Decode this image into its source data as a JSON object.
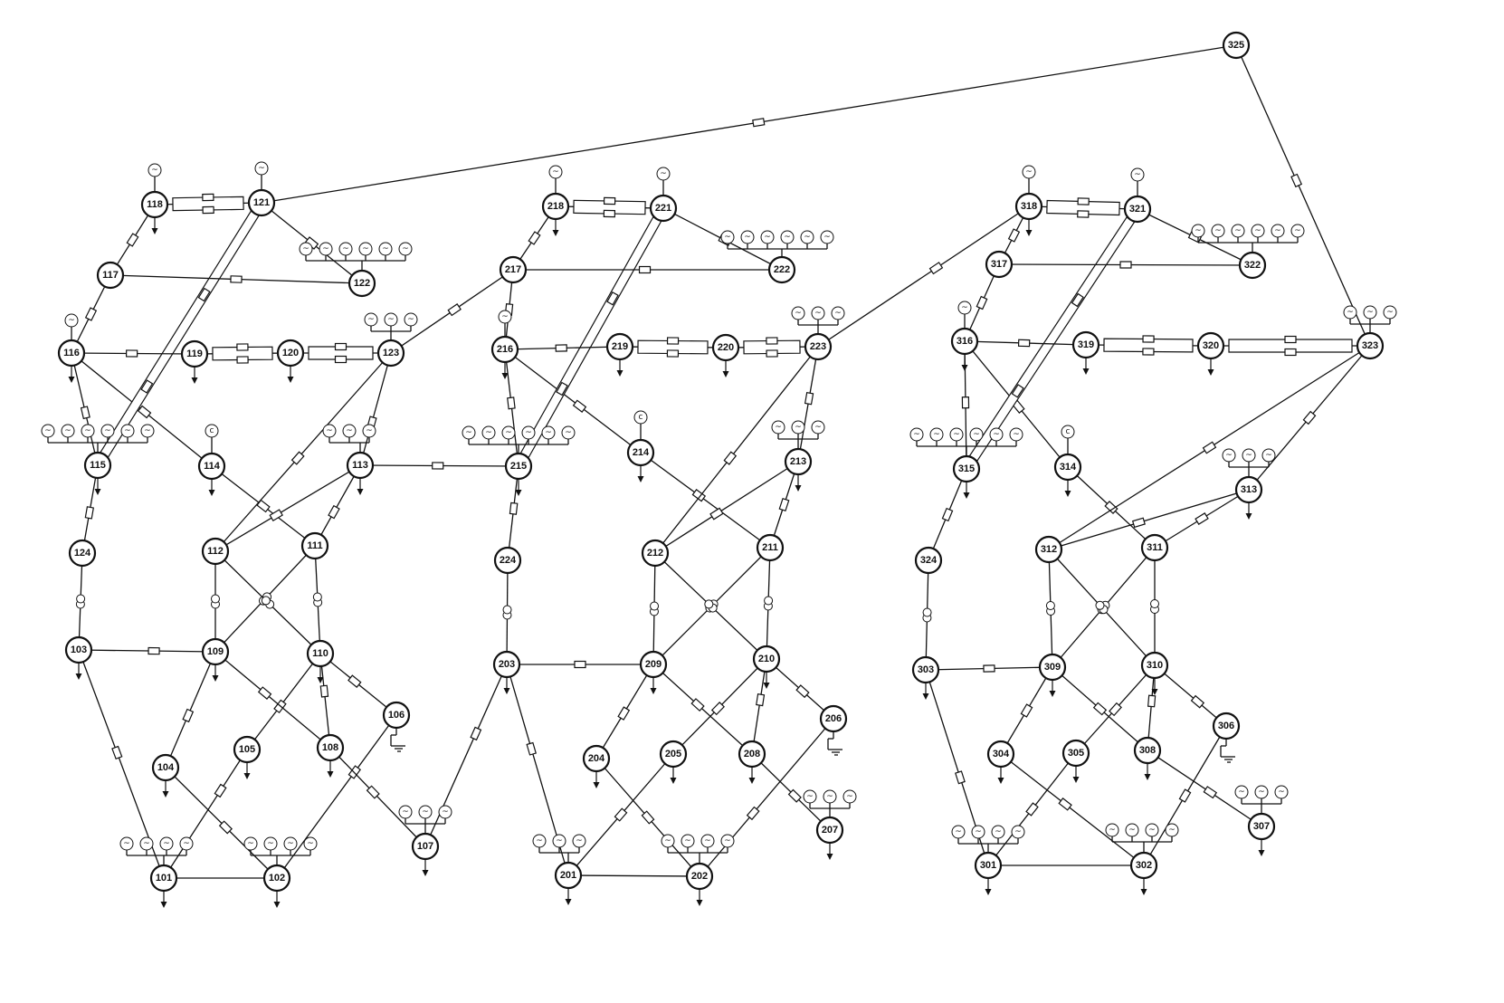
{
  "diagram": {
    "gen_symbol": "~",
    "cap_symbol": "c",
    "buses": [
      {
        "id": "101"
      },
      {
        "id": "102"
      },
      {
        "id": "103"
      },
      {
        "id": "104"
      },
      {
        "id": "105"
      },
      {
        "id": "106"
      },
      {
        "id": "107"
      },
      {
        "id": "108"
      },
      {
        "id": "109"
      },
      {
        "id": "110"
      },
      {
        "id": "111"
      },
      {
        "id": "112"
      },
      {
        "id": "113"
      },
      {
        "id": "114"
      },
      {
        "id": "115"
      },
      {
        "id": "116"
      },
      {
        "id": "117"
      },
      {
        "id": "118"
      },
      {
        "id": "119"
      },
      {
        "id": "120"
      },
      {
        "id": "121"
      },
      {
        "id": "122"
      },
      {
        "id": "123"
      },
      {
        "id": "124"
      },
      {
        "id": "201"
      },
      {
        "id": "202"
      },
      {
        "id": "203"
      },
      {
        "id": "204"
      },
      {
        "id": "205"
      },
      {
        "id": "206"
      },
      {
        "id": "207"
      },
      {
        "id": "208"
      },
      {
        "id": "209"
      },
      {
        "id": "210"
      },
      {
        "id": "211"
      },
      {
        "id": "212"
      },
      {
        "id": "213"
      },
      {
        "id": "214"
      },
      {
        "id": "215"
      },
      {
        "id": "216"
      },
      {
        "id": "217"
      },
      {
        "id": "218"
      },
      {
        "id": "219"
      },
      {
        "id": "220"
      },
      {
        "id": "221"
      },
      {
        "id": "222"
      },
      {
        "id": "223"
      },
      {
        "id": "224"
      },
      {
        "id": "301"
      },
      {
        "id": "302"
      },
      {
        "id": "303"
      },
      {
        "id": "304"
      },
      {
        "id": "305"
      },
      {
        "id": "306"
      },
      {
        "id": "307"
      },
      {
        "id": "308"
      },
      {
        "id": "309"
      },
      {
        "id": "310"
      },
      {
        "id": "311"
      },
      {
        "id": "312"
      },
      {
        "id": "313"
      },
      {
        "id": "314"
      },
      {
        "id": "315"
      },
      {
        "id": "316"
      },
      {
        "id": "317"
      },
      {
        "id": "318"
      },
      {
        "id": "319"
      },
      {
        "id": "320"
      },
      {
        "id": "321"
      },
      {
        "id": "322"
      },
      {
        "id": "323"
      },
      {
        "id": "324"
      },
      {
        "id": "325"
      }
    ],
    "lines": [
      [
        "101",
        "102"
      ],
      [
        "101",
        "103"
      ],
      [
        "101",
        "105"
      ],
      [
        "102",
        "104"
      ],
      [
        "102",
        "106"
      ],
      [
        "103",
        "109"
      ],
      [
        "103",
        "124"
      ],
      [
        "104",
        "109"
      ],
      [
        "105",
        "110"
      ],
      [
        "106",
        "110"
      ],
      [
        "107",
        "108"
      ],
      [
        "107",
        "203"
      ],
      [
        "108",
        "109"
      ],
      [
        "108",
        "110"
      ],
      [
        "109",
        "111"
      ],
      [
        "109",
        "112"
      ],
      [
        "110",
        "111"
      ],
      [
        "110",
        "112"
      ],
      [
        "111",
        "113"
      ],
      [
        "111",
        "114"
      ],
      [
        "112",
        "113"
      ],
      [
        "112",
        "123"
      ],
      [
        "113",
        "123"
      ],
      [
        "113",
        "215"
      ],
      [
        "114",
        "116"
      ],
      [
        "115",
        "116"
      ],
      [
        "115",
        "121"
      ],
      [
        "115",
        "124"
      ],
      [
        "116",
        "117"
      ],
      [
        "116",
        "119"
      ],
      [
        "117",
        "118"
      ],
      [
        "117",
        "122"
      ],
      [
        "118",
        "121"
      ],
      [
        "119",
        "120"
      ],
      [
        "120",
        "123"
      ],
      [
        "121",
        "122"
      ],
      [
        "121",
        "325"
      ],
      [
        "123",
        "217"
      ],
      [
        "201",
        "202"
      ],
      [
        "201",
        "203"
      ],
      [
        "201",
        "205"
      ],
      [
        "202",
        "204"
      ],
      [
        "202",
        "206"
      ],
      [
        "203",
        "209"
      ],
      [
        "203",
        "224"
      ],
      [
        "204",
        "209"
      ],
      [
        "205",
        "210"
      ],
      [
        "206",
        "210"
      ],
      [
        "207",
        "208"
      ],
      [
        "208",
        "209"
      ],
      [
        "208",
        "210"
      ],
      [
        "209",
        "211"
      ],
      [
        "209",
        "212"
      ],
      [
        "210",
        "211"
      ],
      [
        "210",
        "212"
      ],
      [
        "211",
        "213"
      ],
      [
        "211",
        "214"
      ],
      [
        "212",
        "213"
      ],
      [
        "212",
        "223"
      ],
      [
        "213",
        "223"
      ],
      [
        "214",
        "216"
      ],
      [
        "215",
        "216"
      ],
      [
        "215",
        "221"
      ],
      [
        "215",
        "224"
      ],
      [
        "216",
        "217"
      ],
      [
        "216",
        "219"
      ],
      [
        "217",
        "218"
      ],
      [
        "217",
        "222"
      ],
      [
        "218",
        "221"
      ],
      [
        "219",
        "220"
      ],
      [
        "220",
        "223"
      ],
      [
        "221",
        "222"
      ],
      [
        "223",
        "318"
      ],
      [
        "301",
        "302"
      ],
      [
        "301",
        "303"
      ],
      [
        "301",
        "305"
      ],
      [
        "302",
        "304"
      ],
      [
        "302",
        "306"
      ],
      [
        "303",
        "309"
      ],
      [
        "303",
        "324"
      ],
      [
        "304",
        "309"
      ],
      [
        "305",
        "310"
      ],
      [
        "306",
        "310"
      ],
      [
        "307",
        "308"
      ],
      [
        "308",
        "309"
      ],
      [
        "308",
        "310"
      ],
      [
        "309",
        "311"
      ],
      [
        "309",
        "312"
      ],
      [
        "310",
        "311"
      ],
      [
        "310",
        "312"
      ],
      [
        "311",
        "313"
      ],
      [
        "311",
        "314"
      ],
      [
        "312",
        "313"
      ],
      [
        "312",
        "323"
      ],
      [
        "313",
        "323"
      ],
      [
        "314",
        "316"
      ],
      [
        "315",
        "316"
      ],
      [
        "315",
        "321"
      ],
      [
        "315",
        "324"
      ],
      [
        "316",
        "317"
      ],
      [
        "316",
        "319"
      ],
      [
        "317",
        "318"
      ],
      [
        "317",
        "322"
      ],
      [
        "318",
        "321"
      ],
      [
        "319",
        "320"
      ],
      [
        "320",
        "323"
      ],
      [
        "321",
        "322"
      ],
      [
        "323",
        "325"
      ]
    ]
  }
}
